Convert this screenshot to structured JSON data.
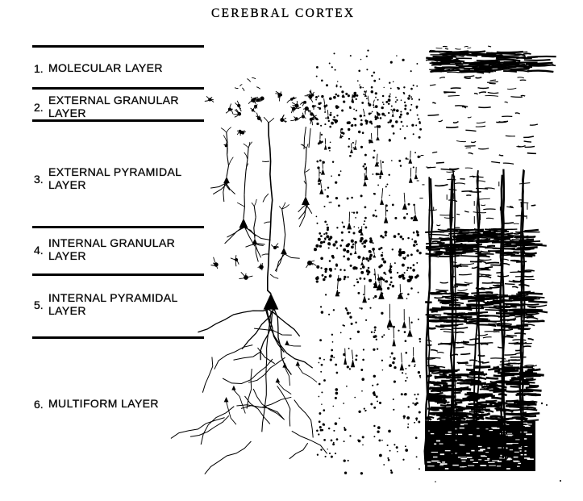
{
  "title": "CEREBRAL CORTEX",
  "layers": [
    {
      "number": "1.",
      "name": "MOLECULAR LAYER"
    },
    {
      "number": "2.",
      "name": "EXTERNAL GRANULAR LAYER"
    },
    {
      "number": "3.",
      "name": "EXTERNAL PYRAMIDAL LAYER"
    },
    {
      "number": "4.",
      "name": "INTERNAL GRANULAR LAYER"
    },
    {
      "number": "5.",
      "name": "INTERNAL PYRAMIDAL LAYER"
    },
    {
      "number": "6.",
      "name": "MULTIFORM LAYER"
    }
  ],
  "colors": {
    "ink": "#000000",
    "background": "#ffffff"
  }
}
